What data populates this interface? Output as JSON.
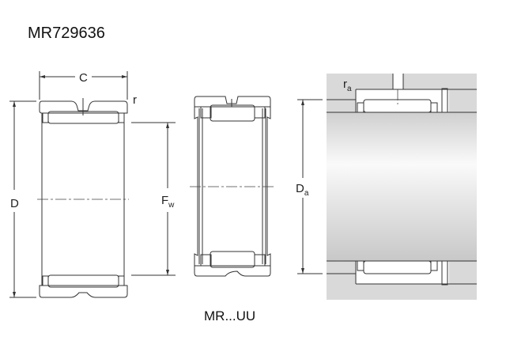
{
  "title": "MR729636",
  "caption": "MR...UU",
  "labels": {
    "C": "C",
    "r": "r",
    "D": "D",
    "F": "F",
    "w": "w",
    "ra_r": "r",
    "ra_a": "a",
    "Da_D": "D",
    "Da_a": "a"
  },
  "colors": {
    "shell": "#b9c6de",
    "housing": "#d9d9d9",
    "line": "#333333"
  }
}
